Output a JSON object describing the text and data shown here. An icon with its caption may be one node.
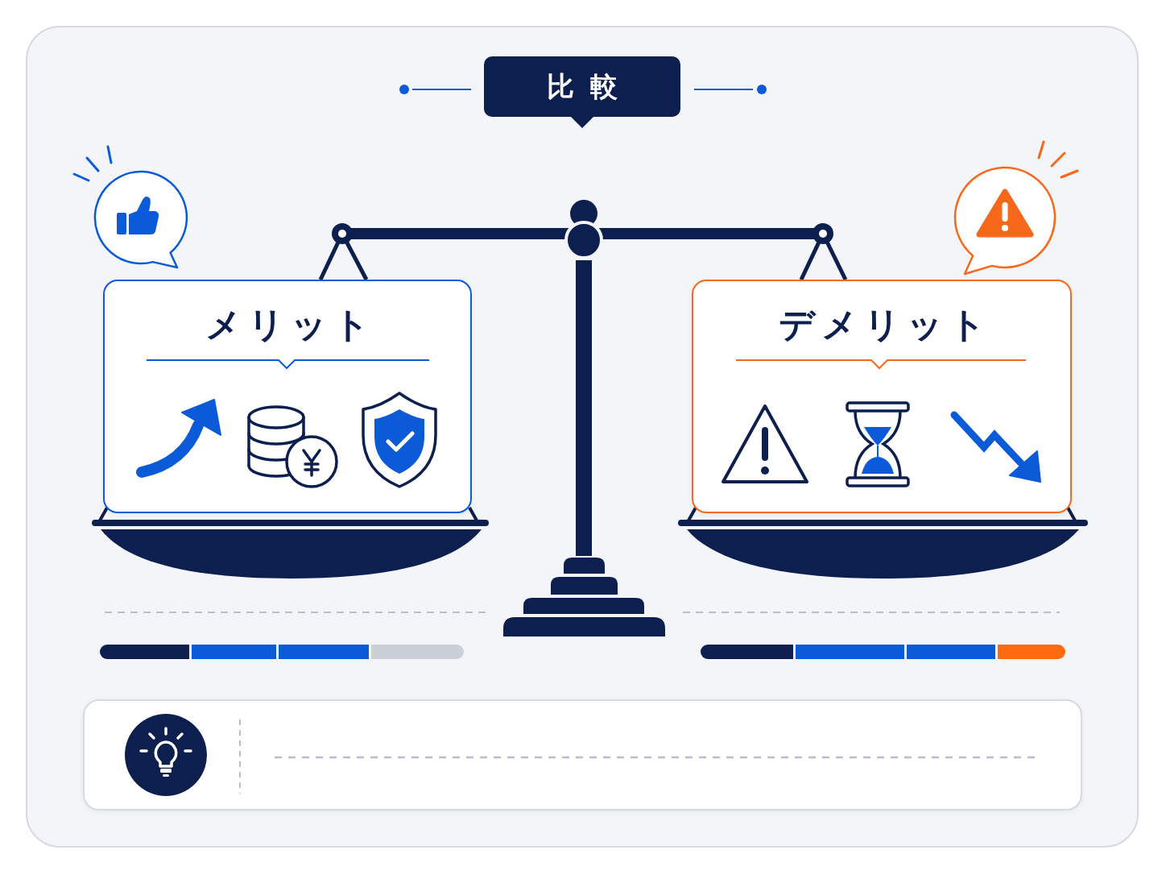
{
  "diagram": {
    "title": "比較",
    "nodes": [
      {
        "text": [
          "メリット"
        ]
      },
      {
        "text": [
          "デメリット"
        ]
      },
      {
        "text": [],
        "shape": "box"
      }
    ]
  }
}
